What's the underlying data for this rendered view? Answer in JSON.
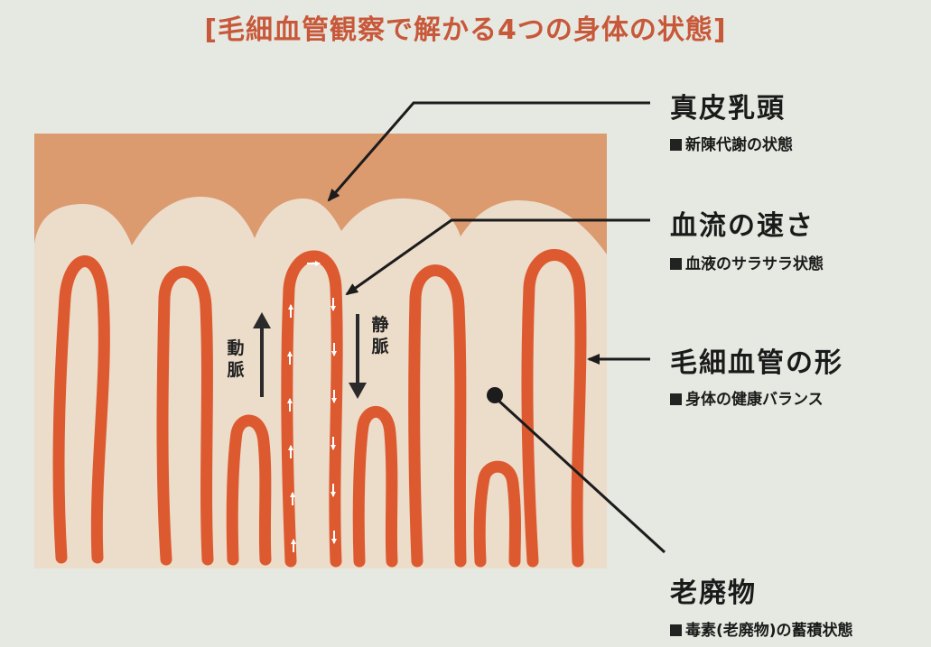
{
  "title": "[毛細血管観察で解かる4つの身体の状態]",
  "colors": {
    "dermis": "#dc9a6f",
    "capillary": "#dd5a30",
    "tissue": "#ecdcca",
    "title": "#c8583a"
  },
  "annotations": [
    {
      "id": "papilla",
      "label": "真皮乳頭",
      "sub": "新陳代謝の状態"
    },
    {
      "id": "bloodflow",
      "label": "血流の速さ",
      "sub": "血液のサラサラ状態"
    },
    {
      "id": "shape",
      "label": "毛細血管の形",
      "sub": "身体の健康バランス"
    },
    {
      "id": "waste",
      "label": "老廃物",
      "sub": "毒素(老廃物)の蓄積状態"
    }
  ],
  "flow_labels": {
    "artery": "動脈",
    "vein": "静脈"
  }
}
